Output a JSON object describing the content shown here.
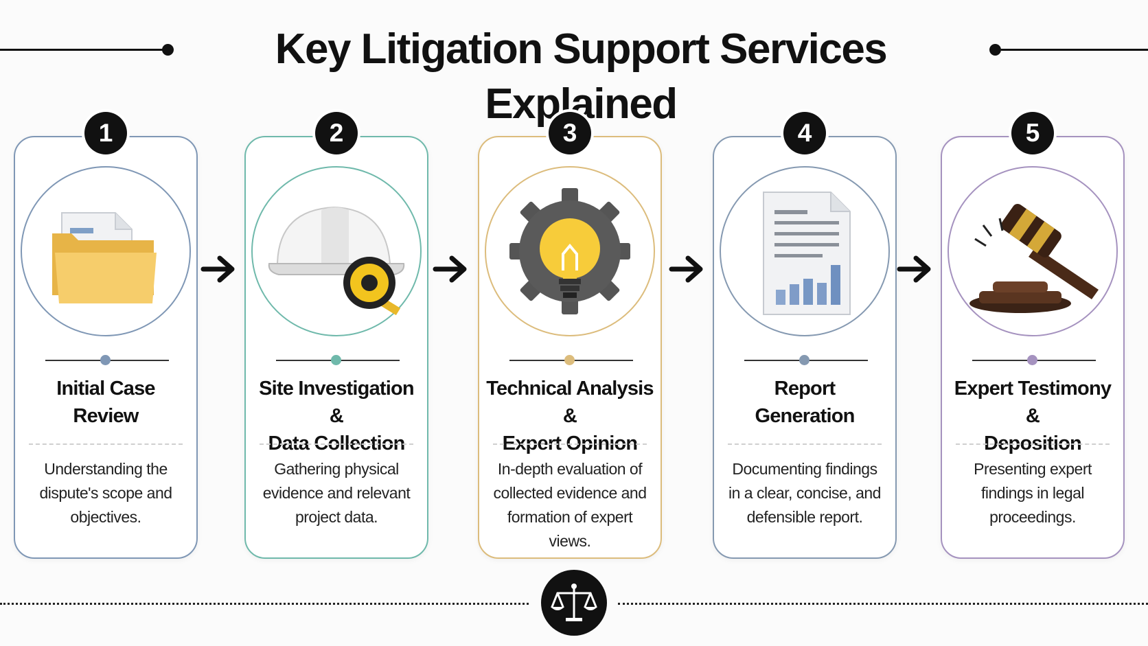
{
  "title": "Key Litigation Support Services Explained",
  "steps": [
    {
      "number": "1",
      "title_lines": [
        "Initial Case",
        "Review"
      ],
      "desc_lines": [
        "Understanding the",
        "dispute's scope and",
        "objectives."
      ],
      "icon": "folder-documents-icon",
      "accent": "#7f97b5"
    },
    {
      "number": "2",
      "title_lines": [
        "Site Investigation &",
        "Data Collection"
      ],
      "desc_lines": [
        "Gathering physical",
        "evidence and relevant",
        "project data."
      ],
      "icon": "hard-hat-tape-measure-icon",
      "accent": "#6fb9ab"
    },
    {
      "number": "3",
      "title_lines": [
        "Technical Analysis &",
        "Expert Opinion"
      ],
      "desc_lines": [
        "In-depth evaluation of",
        "collected evidence and",
        "formation of expert views."
      ],
      "icon": "gear-lightbulb-icon",
      "accent": "#dcbc7c"
    },
    {
      "number": "4",
      "title_lines": [
        "Report",
        "Generation"
      ],
      "desc_lines": [
        "Documenting findings",
        "in a clear, concise, and",
        "defensible report."
      ],
      "icon": "report-chart-icon",
      "accent": "#8599b1"
    },
    {
      "number": "5",
      "title_lines": [
        "Expert Testimony &",
        "Deposition"
      ],
      "desc_lines": [
        "Presenting expert",
        "findings in legal",
        "proceedings."
      ],
      "icon": "gavel-icon",
      "accent": "#a592bf"
    }
  ],
  "footer_icon": "scales-of-justice-icon"
}
